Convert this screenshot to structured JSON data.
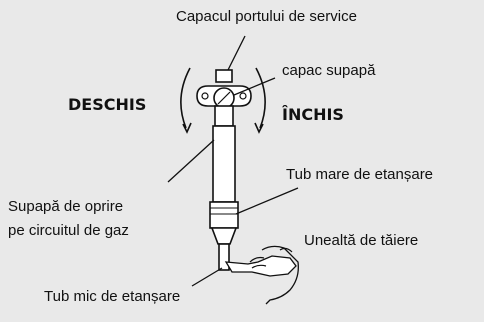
{
  "labels": {
    "service_port_cap": "Capacul portului de service",
    "valve_cap": "capac supapă",
    "open": "DESCHIS",
    "closed": "ÎNCHIS",
    "gas_stop_valve_line1": "Supapă de oprire",
    "gas_stop_valve_line2": "pe circuitul de gaz",
    "large_seal_tube": "Tub mare de etanșare",
    "cutting_tool": "Unealtă de tăiere",
    "small_seal_tube": "Tub mic de etanșare"
  }
}
